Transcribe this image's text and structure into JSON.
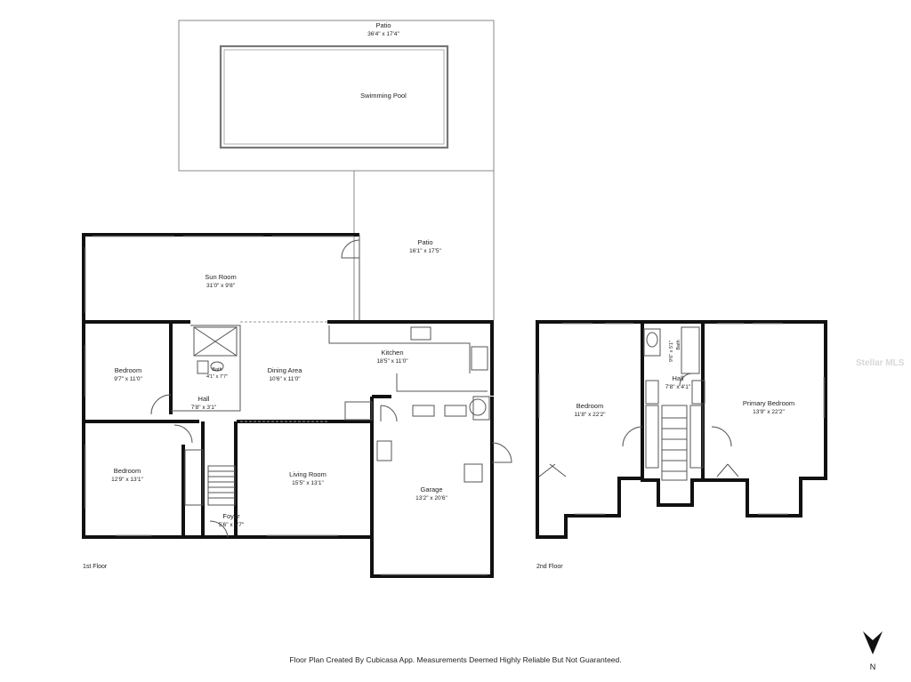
{
  "rooms": {
    "patio_top": {
      "name": "Patio",
      "dims": "36'4\" x 17'4\""
    },
    "pool": {
      "name": "Swimming Pool"
    },
    "patio_right": {
      "name": "Patio",
      "dims": "16'1\" x 17'5\""
    },
    "sun_room": {
      "name": "Sun Room",
      "dims": "31'0\" x 9'8\""
    },
    "bedroom_1": {
      "name": "Bedroom",
      "dims": "9'7\" x 11'0\""
    },
    "bath_1": {
      "name": "Bath",
      "dims": "4'1\" x 7'7\""
    },
    "hall_1": {
      "name": "Hall",
      "dims": "7'8\" x 3'1\""
    },
    "dining": {
      "name": "Dining Area",
      "dims": "10'6\" x 11'0\""
    },
    "kitchen": {
      "name": "Kitchen",
      "dims": "18'5\" x 11'0\""
    },
    "bedroom_2": {
      "name": "Bedroom",
      "dims": "12'9\" x 13'1\""
    },
    "living": {
      "name": "Living Room",
      "dims": "15'5\" x 13'1\""
    },
    "foyer": {
      "name": "Foyer",
      "dims": "5'6\" x 5'7\""
    },
    "garage": {
      "name": "Garage",
      "dims": "13'2\" x 20'6\""
    },
    "bedroom_up": {
      "name": "Bedroom",
      "dims": "11'8\" x 22'2\""
    },
    "bath_up": {
      "name": "Bath",
      "dims": "9'6\" x 5'1\""
    },
    "hall_up": {
      "name": "Hall",
      "dims": "7'8\" x 4'1\""
    },
    "primary": {
      "name": "Primary Bedroom",
      "dims": "13'9\" x 22'2\""
    }
  },
  "floors": {
    "first": "1st Floor",
    "second": "2nd Floor"
  },
  "footer": "Floor Plan Created By Cubicasa App. Measurements Deemed Highly Reliable But Not Guaranteed.",
  "compass": "N",
  "watermark": "Stellar MLS",
  "colors": {
    "wall": "#111111",
    "thin": "#888888",
    "window": "#aaaaaa"
  }
}
